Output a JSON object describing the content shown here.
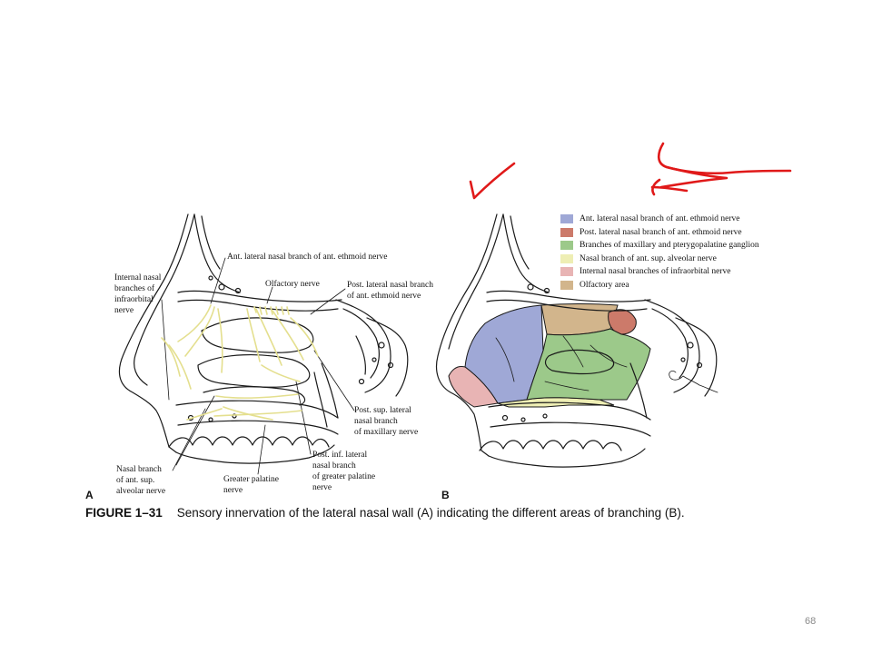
{
  "figure": {
    "number": "FIGURE 1–31",
    "caption": "Sensory innervation of the lateral nasal wall (A) indicating the different areas of branching (B).",
    "panel_a_letter": "A",
    "panel_b_letter": "B",
    "panel_a_labels": {
      "ant_lateral_nasal": "Ant. lateral nasal branch of ant. ethmoid nerve",
      "internal_nasal": "Internal nasal\nbranches of\ninfraorbital\nnerve",
      "olfactory_nerve": "Olfactory nerve",
      "post_lateral_nasal": "Post. lateral nasal branch\nof ant. ethmoid nerve",
      "post_sup_lateral": "Post. sup. lateral\nnasal branch\nof maxillary nerve",
      "post_inf_lateral": "Post. inf. lateral\nnasal branch\nof greater palatine\nnerve",
      "greater_palatine": "Greater palatine\nnerve",
      "nasal_branch_sup_alveolar": "Nasal branch\nof ant. sup.\nalveolar nerve"
    },
    "legend": [
      {
        "label": "Ant. lateral nasal branch of ant. ethmoid nerve",
        "color": "#9fa8d6"
      },
      {
        "label": "Post. lateral nasal branch of ant. ethmoid nerve",
        "color": "#cc7a6a"
      },
      {
        "label": "Branches of maxillary and pterygopalatine ganglion",
        "color": "#9cc98a"
      },
      {
        "label": "Nasal branch of ant. sup. alveolar nerve",
        "color": "#eeeeb4"
      },
      {
        "label": "Internal nasal branches of infraorbital nerve",
        "color": "#e8b4b4"
      },
      {
        "label": "Olfactory area",
        "color": "#d2b58c"
      }
    ],
    "colors": {
      "nerve": "#e4df8e",
      "annotation_ink": "#e01919",
      "line_art": "#1a1a1a"
    }
  },
  "page_number": "68"
}
